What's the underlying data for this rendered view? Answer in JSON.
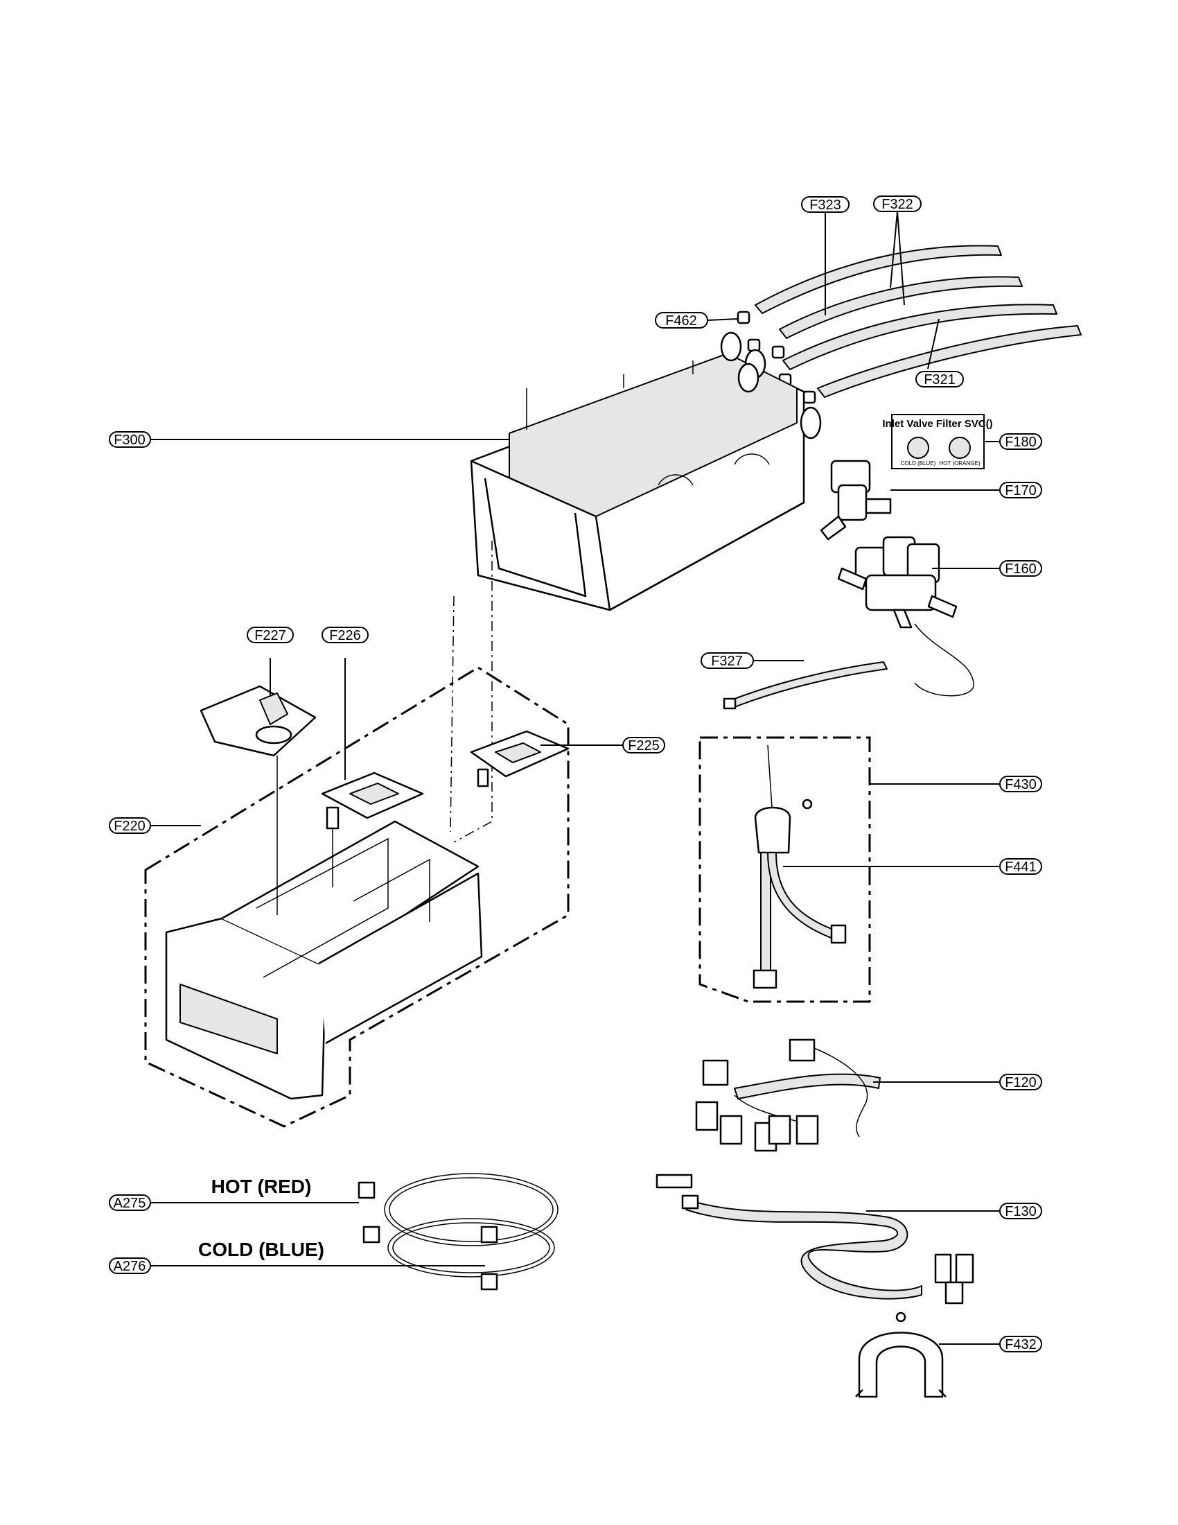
{
  "callouts": {
    "F323": "F323",
    "F322": "F322",
    "F462": "F462",
    "F321": "F321",
    "F300": "F300",
    "F180": "F180",
    "F170": "F170",
    "F160": "F160",
    "F327": "F327",
    "F227": "F227",
    "F226": "F226",
    "F225": "F225",
    "F430": "F430",
    "F220": "F220",
    "F441": "F441",
    "F120": "F120",
    "F130": "F130",
    "A275": "A275",
    "A276": "A276",
    "F432": "F432"
  },
  "labels": {
    "hot": "HOT (RED)",
    "cold": "COLD (BLUE)"
  },
  "filter_box": {
    "title": "Inlet Valve Filter SVC()",
    "left": "COLD (BLUE)",
    "right": "HOT (ORANGE)"
  }
}
